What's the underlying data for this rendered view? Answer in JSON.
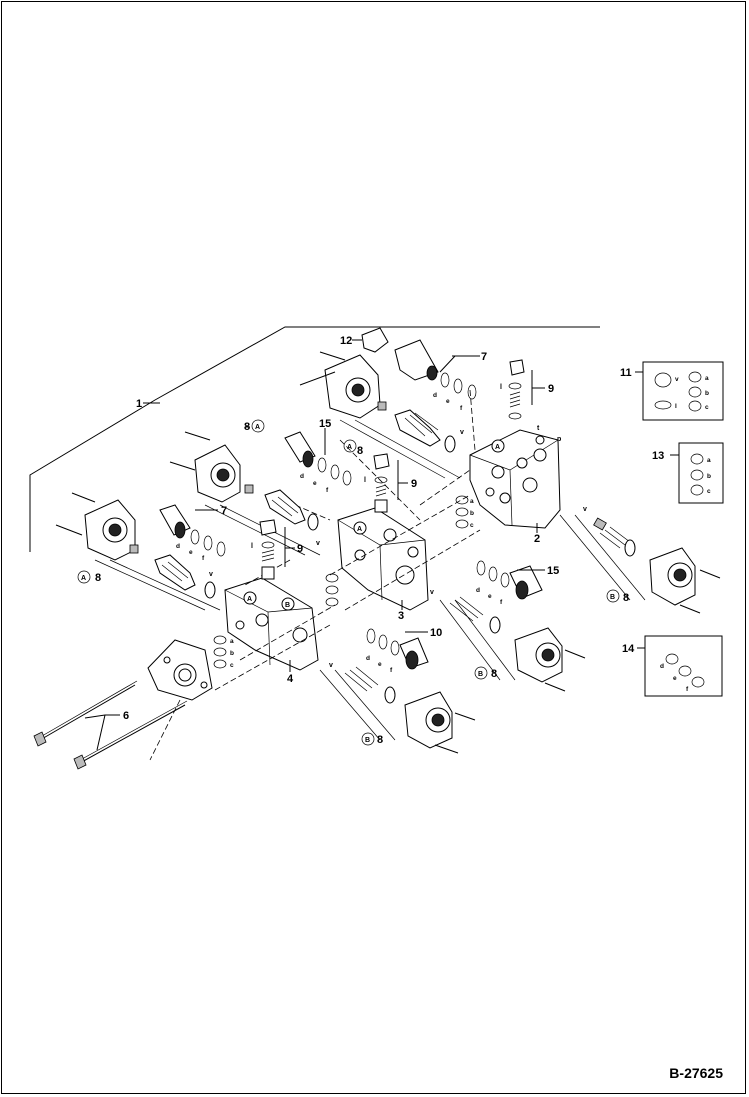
{
  "drawing": {
    "reference": "B-27625",
    "callouts": [
      "1",
      "2",
      "3",
      "4",
      "6",
      "7",
      "8",
      "9",
      "10",
      "11",
      "12",
      "13",
      "14",
      "15"
    ],
    "kit_letters": {
      "a": "a",
      "b": "b",
      "c": "c",
      "d": "d",
      "e": "e",
      "f": "f",
      "l": "l",
      "v": "v",
      "t": "t",
      "p": "p"
    },
    "circle_tags": {
      "A": "A",
      "B": "B"
    }
  }
}
